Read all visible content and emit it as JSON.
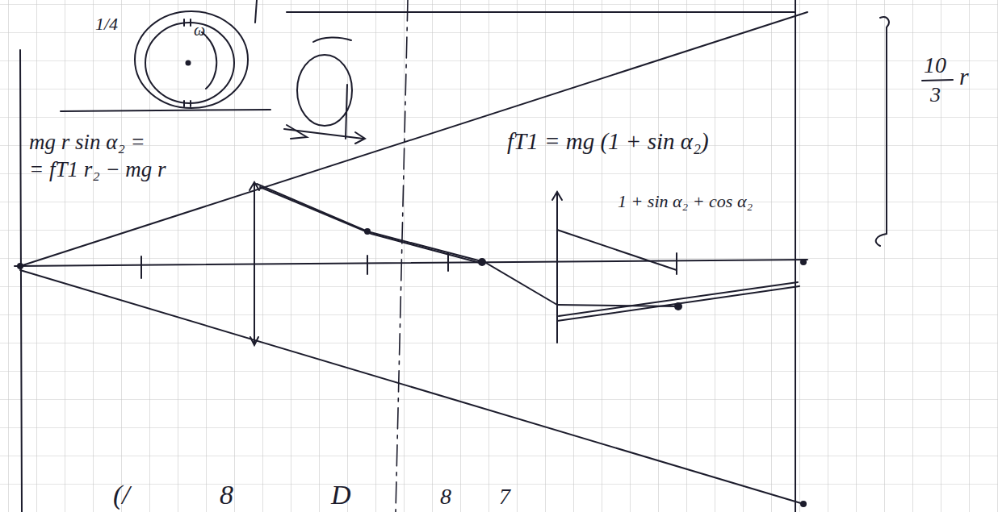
{
  "diagram": {
    "labels": [
      "1/4",
      "ω",
      "mg r sin α₂ =",
      "= fT1 r₂ − mg r",
      "fT1 = mg (1 + sin α₂)",
      "1 + sin α₂ + cos α₂",
      "10",
      "3",
      "r",
      "(/",
      "8",
      "D",
      "8",
      "7"
    ]
  }
}
